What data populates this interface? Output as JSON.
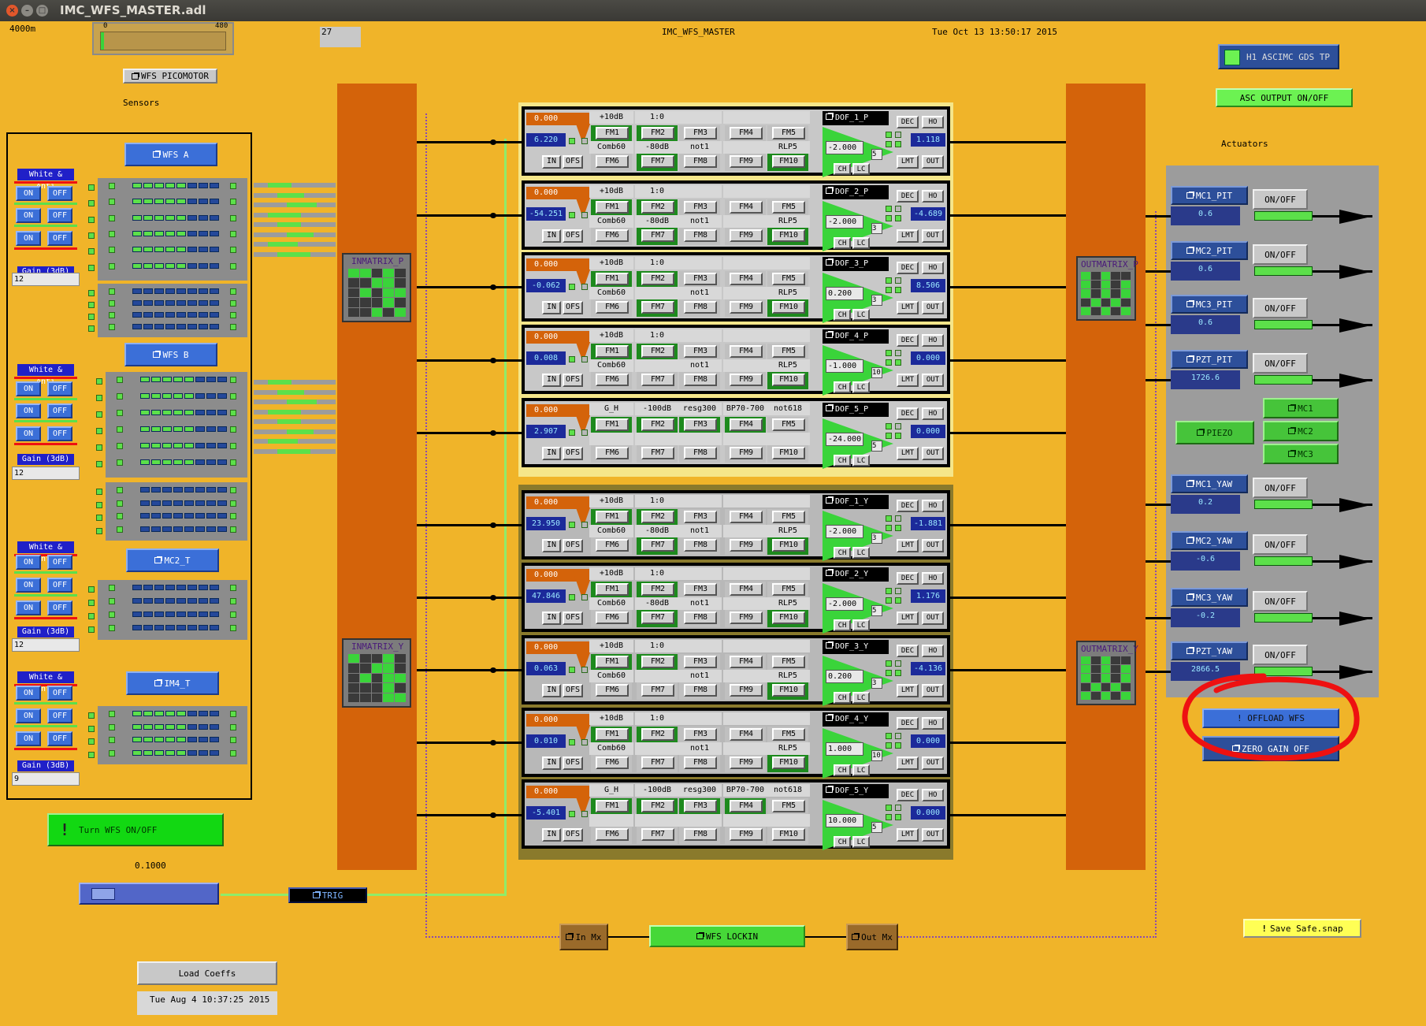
{
  "window": {
    "title": "IMC_WFS_MASTER.adl"
  },
  "header": {
    "scale_top": "4000m",
    "gauge_max": "480",
    "gauge_zero": "0",
    "count": "27",
    "center_title": "IMC_WFS_MASTER",
    "datetime": "Tue Oct 13 13:50:17 2015",
    "gds_tp": "H1 ASCIMC GDS TP",
    "asc_output": "ASC OUTPUT ON/OFF"
  },
  "left": {
    "picomotor": "WFS PICOMOTOR",
    "sensors_label": "Sensors",
    "wfs_a": "WFS A",
    "wfs_b": "WFS B",
    "mc2_t": "MC2_T",
    "im4_t": "IM4_T",
    "whitening": "White & Anti",
    "on": "ON",
    "off": "OFF",
    "gain": "Gain (3dB)",
    "gain_values": [
      "12",
      "12",
      "12",
      "9"
    ],
    "turn_wfs": "Turn WFS ON/OFF",
    "slider_value": "0.1000",
    "trig": "TRIG",
    "load_coeffs": "Load Coeffs",
    "load_date": "Tue Aug  4 10:37:25 2015"
  },
  "matrices": {
    "inmatrix_p": "INMATRIX_P",
    "inmatrix_y": "INMATRIX_Y",
    "outmatrix_p": "OUTMATRIX_P",
    "outmatrix_y": "OUTMATRIX_Y"
  },
  "filter_common": {
    "in": "IN",
    "ofs": "OFS",
    "dec": "DEC",
    "ho": "HO",
    "lmt": "LMT",
    "out": "OUT",
    "ch": "CH",
    "lc": "LC"
  },
  "dofs": [
    {
      "name": "DOF_1_P",
      "offset": "0.000",
      "input": "6.220",
      "gain": "-2.000",
      "output": "1.118",
      "ramp": "5",
      "labels": [
        "+10dB",
        "1:0",
        "",
        "",
        "",
        "Comb60",
        "-80dB",
        "not1",
        "",
        "RLP5"
      ],
      "on": [
        1,
        1,
        0,
        0,
        0,
        0,
        1,
        0,
        0,
        1
      ]
    },
    {
      "name": "DOF_2_P",
      "offset": "0.000",
      "input": "-54.251",
      "gain": "-2.000",
      "output": "-4.689",
      "ramp": "3",
      "labels": [
        "+10dB",
        "1:0",
        "",
        "",
        "",
        "Comb60",
        "-80dB",
        "not1",
        "",
        "RLP5"
      ],
      "on": [
        1,
        1,
        0,
        0,
        0,
        0,
        1,
        0,
        0,
        1
      ]
    },
    {
      "name": "DOF_3_P",
      "offset": "0.000",
      "input": "-0.062",
      "gain": "0.200",
      "output": "8.506",
      "ramp": "3",
      "labels": [
        "+10dB",
        "1:0",
        "",
        "",
        "",
        "Comb60",
        "",
        "not1",
        "",
        "RLP5"
      ],
      "on": [
        1,
        1,
        0,
        0,
        0,
        0,
        1,
        0,
        0,
        1
      ]
    },
    {
      "name": "DOF_4_P",
      "offset": "0.000",
      "input": "0.008",
      "gain": "-1.000",
      "output": "0.000",
      "ramp": "10",
      "labels": [
        "+10dB",
        "1:0",
        "",
        "",
        "",
        "Comb60",
        "",
        "not1",
        "",
        "RLP5"
      ],
      "on": [
        1,
        1,
        0,
        0,
        0,
        0,
        0,
        0,
        0,
        1
      ]
    },
    {
      "name": "DOF_5_P",
      "offset": "0.000",
      "input": "2.907",
      "gain": "-24.000",
      "output": "0.000",
      "ramp": "5",
      "labels": [
        "G_H",
        "-100dB",
        "resg300",
        "BP70-700",
        "not618",
        "",
        "",
        "",
        "",
        ""
      ],
      "on": [
        1,
        1,
        1,
        1,
        0,
        0,
        0,
        0,
        0,
        0
      ]
    },
    {
      "name": "DOF_1_Y",
      "offset": "0.000",
      "input": "23.950",
      "gain": "-2.000",
      "output": "-1.881",
      "ramp": "3",
      "labels": [
        "+10dB",
        "1:0",
        "",
        "",
        "",
        "Comb60",
        "-80dB",
        "not1",
        "",
        "RLP5"
      ],
      "on": [
        1,
        1,
        0,
        0,
        0,
        0,
        1,
        0,
        0,
        1
      ]
    },
    {
      "name": "DOF_2_Y",
      "offset": "0.000",
      "input": "47.846",
      "gain": "-2.000",
      "output": "1.176",
      "ramp": "5",
      "labels": [
        "+10dB",
        "1:0",
        "",
        "",
        "",
        "Comb60",
        "-80dB",
        "not1",
        "",
        "RLP5"
      ],
      "on": [
        1,
        1,
        0,
        0,
        0,
        0,
        1,
        0,
        0,
        1
      ]
    },
    {
      "name": "DOF_3_Y",
      "offset": "0.000",
      "input": "0.063",
      "gain": "0.200",
      "output": "-4.136",
      "ramp": "3",
      "labels": [
        "+10dB",
        "1:0",
        "",
        "",
        "",
        "Comb60",
        "",
        "not1",
        "",
        "RLP5"
      ],
      "on": [
        1,
        1,
        0,
        0,
        0,
        0,
        0,
        0,
        0,
        1
      ]
    },
    {
      "name": "DOF_4_Y",
      "offset": "0.000",
      "input": "0.010",
      "gain": "1.000",
      "output": "0.000",
      "ramp": "10",
      "labels": [
        "+10dB",
        "1:0",
        "",
        "",
        "",
        "Comb60",
        "",
        "not1",
        "",
        "RLP5"
      ],
      "on": [
        1,
        1,
        0,
        0,
        0,
        0,
        0,
        0,
        0,
        1
      ]
    },
    {
      "name": "DOF_5_Y",
      "offset": "0.000",
      "input": "-5.401",
      "gain": "10.000",
      "output": "0.000",
      "ramp": "5",
      "labels": [
        "G_H",
        "-100dB",
        "resg300",
        "BP70-700",
        "not618",
        "",
        "",
        "",
        "",
        ""
      ],
      "on": [
        1,
        1,
        1,
        1,
        0,
        0,
        0,
        0,
        0,
        0
      ]
    }
  ],
  "fm_labels": [
    "FM1",
    "FM2",
    "FM3",
    "FM4",
    "FM5",
    "FM6",
    "FM7",
    "FM8",
    "FM9",
    "FM10"
  ],
  "actuators": {
    "label": "Actuators",
    "onoff": "ON/OFF",
    "items": [
      {
        "name": "MC1_PIT",
        "value": "0.6"
      },
      {
        "name": "MC2_PIT",
        "value": "0.6"
      },
      {
        "name": "MC3_PIT",
        "value": "0.6"
      },
      {
        "name": "PZT_PIT",
        "value": "1726.6"
      },
      {
        "name": "MC1_YAW",
        "value": "0.2"
      },
      {
        "name": "MC2_YAW",
        "value": "-0.6"
      },
      {
        "name": "MC3_YAW",
        "value": "-0.2"
      },
      {
        "name": "PZT_YAW",
        "value": "2866.5"
      }
    ],
    "piezo": "PIEZO",
    "mc1": "MC1",
    "mc2": "MC2",
    "mc3": "MC3",
    "offload": "! OFFLOAD WFS",
    "zero": "ZERO GAIN OFF"
  },
  "bottom": {
    "in_mx": "In Mx",
    "lockin": "WFS LOCKIN",
    "out_mx": "Out Mx",
    "save_safe": "Save Safe.snap"
  },
  "colors": {
    "background": "#f0b429",
    "matrix_bar": "#d4630a",
    "annotation": "#ee1111"
  }
}
